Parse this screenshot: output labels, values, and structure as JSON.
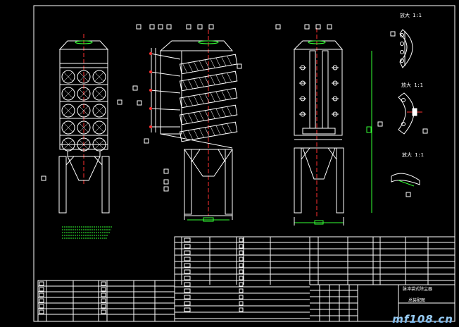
{
  "window": {
    "background": "#000000",
    "line_color": "#ffffff",
    "accent_red": "#ff3030",
    "accent_green": "#34ff34",
    "accent_yellow": "#ffff33"
  },
  "details": [
    {
      "id": "detail-a",
      "label": "放大 1:1"
    },
    {
      "id": "detail-b",
      "label": "放大 1:1"
    },
    {
      "id": "detail-c",
      "label": "放大 1:1"
    }
  ],
  "title_block": {
    "title": "脉冲袋式除尘器",
    "subtitle": "总装配图"
  },
  "watermark": "mf108.cn"
}
